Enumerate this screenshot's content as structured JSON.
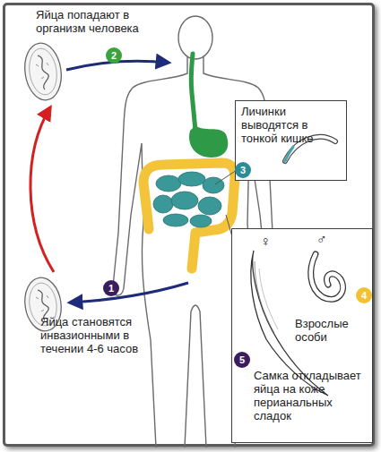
{
  "diagram": {
    "nodes": [
      {
        "text": [
          "Личинки выводятся в тонкой кишке"
        ]
      },
      {
        "text": [
          "Взрослые особи",
          "Самка откладывает яйца на коже перианальных сладок"
        ]
      }
    ],
    "labels": [
      "Яйца попадают в организм человека",
      "2",
      "1",
      "Яйца становятся инвазионными в течении 4-6 часов",
      "3",
      "♀",
      "♂",
      "4",
      "5"
    ]
  }
}
